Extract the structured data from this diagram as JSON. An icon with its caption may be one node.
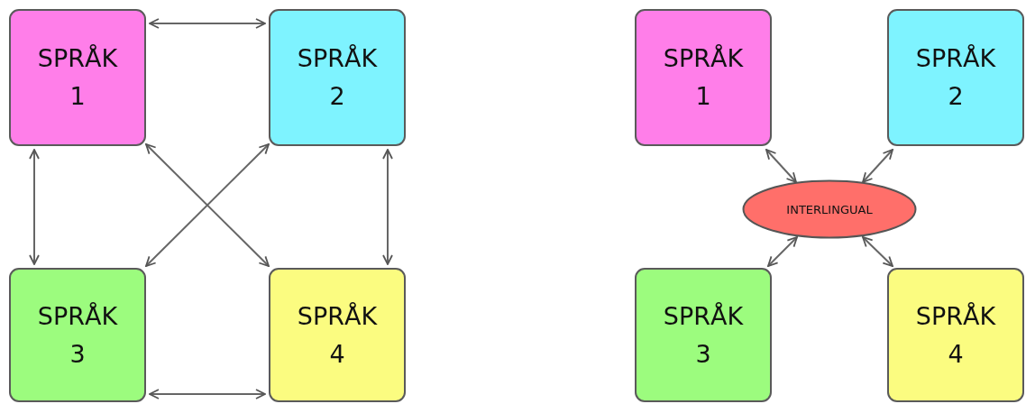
{
  "diagram": {
    "nodes": [
      {
        "text": [
          "SPRÅK 1"
        ]
      },
      {
        "text": [
          "SPRÅK 2"
        ]
      },
      {
        "text": [
          "SPRÅK 3"
        ]
      },
      {
        "text": [
          "SPRÅK 4"
        ]
      },
      {
        "text": [
          "SPRÅK 1"
        ]
      },
      {
        "text": [
          "SPRÅK 2"
        ]
      },
      {
        "text": [
          "SPRÅK 3"
        ]
      },
      {
        "text": [
          "SPRÅK 4"
        ]
      },
      {
        "text": [
          "INTERLINGUAL"
        ]
      }
    ],
    "edges": [
      {
        "from": 0,
        "to": 1,
        "arrow": "both"
      },
      {
        "from": 0,
        "to": 2,
        "arrow": "both"
      },
      {
        "from": 1,
        "to": 3,
        "arrow": "both"
      },
      {
        "from": 2,
        "to": 3,
        "arrow": "both"
      },
      {
        "from": 0,
        "to": 3,
        "arrow": "both"
      },
      {
        "from": 1,
        "to": 2,
        "arrow": "both"
      },
      {
        "from": 4,
        "to": 8,
        "arrow": "both"
      },
      {
        "from": 5,
        "to": 8,
        "arrow": "both"
      },
      {
        "from": 6,
        "to": 8,
        "arrow": "both"
      },
      {
        "from": 7,
        "to": 8,
        "arrow": "both"
      }
    ]
  }
}
